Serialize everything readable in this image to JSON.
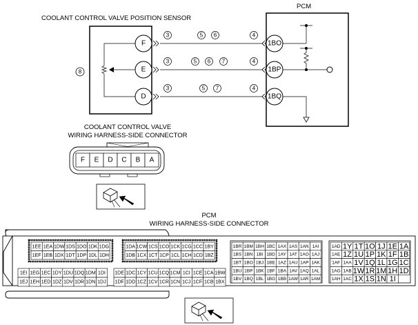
{
  "schematic": {
    "sensor_title": "COOLANT CONTROL VALVE POSITION SENSOR",
    "pcm_title": "PCM",
    "sensor_ref": "8",
    "wires": [
      {
        "sensor_pin": "F",
        "pcm_pin": "1BO",
        "left_ref": "3",
        "mid_refs": [
          "5",
          "6"
        ],
        "right_ref": "4"
      },
      {
        "sensor_pin": "E",
        "pcm_pin": "1BP",
        "left_ref": "3",
        "mid_refs": [
          "5",
          "6",
          "7"
        ],
        "right_ref": "4"
      },
      {
        "sensor_pin": "D",
        "pcm_pin": "1BQ",
        "left_ref": "3",
        "mid_refs": [
          "5",
          "7"
        ],
        "right_ref": "4"
      }
    ]
  },
  "valve_connector": {
    "title_line1": "COOLANT CONTROL VALVE",
    "title_line2": "WIRING HARNESS-SIDE CONNECTOR",
    "pins": [
      "F",
      "E",
      "D",
      "C",
      "B",
      "A"
    ]
  },
  "pcm_connector": {
    "title_line1": "PCM",
    "title_line2": "WIRING HARNESS-SIDE CONNECTOR",
    "block1_shielded": [
      [
        "1EE",
        "1EA",
        "1DW",
        "1DS",
        "1DO",
        "1DK",
        "1DG"
      ],
      [
        "1EF",
        "1EB",
        "1DX",
        "1DT",
        "1DP",
        "1DL",
        "1DH"
      ]
    ],
    "block1_lower": [
      [
        "1EI",
        "1EG",
        "1EC",
        "1DY",
        "1DU",
        "1DQ",
        "1DM",
        "1DI"
      ],
      [
        "1EJ",
        "1EH",
        "1ED",
        "1DZ",
        "1DV",
        "1DR",
        "1DN",
        "1DJ"
      ]
    ],
    "block2_shielded": [
      [
        "1DA",
        "1CW",
        "1CS",
        "1CO",
        "1CK",
        "1CG",
        "1CC",
        "1BY"
      ],
      [
        "1DB",
        "1CX",
        "1CT",
        "1CP",
        "1CL",
        "1CH",
        "1CD",
        "1BZ"
      ]
    ],
    "block2_lower": [
      [
        "1DE",
        "1DC",
        "1CY",
        "1CU",
        "1CQ",
        "1CM",
        "1CI",
        "1CE",
        "1CA",
        "1BW"
      ],
      [
        "1DF",
        "1DD",
        "1CZ",
        "1CV",
        "1CR",
        "1CN",
        "1CJ",
        "1CF",
        "1CB",
        "1BX"
      ]
    ],
    "block3": [
      [
        "1BR",
        "1BM",
        "1BH",
        "1BC",
        "1AX",
        "1AS",
        "1AN",
        "1AI"
      ],
      [
        "1BS",
        "1BN",
        "1BI",
        "1BD",
        "1AY",
        "1AT",
        "1AO",
        "1AJ"
      ],
      [
        "1BT",
        "1BO",
        "1BJ",
        "1BE",
        "1AZ",
        "1AU",
        "1AP",
        "1AK"
      ],
      [
        "1BU",
        "1BP",
        "1BK",
        "1BF",
        "1BA",
        "1AV",
        "1AQ",
        "1AL"
      ],
      [
        "1BV",
        "1BQ",
        "1BL",
        "1BG",
        "1BB",
        "1AW",
        "1AR",
        "1AM"
      ]
    ],
    "block4": [
      [
        "1AD",
        "1Y",
        "1T",
        "1O",
        "1J",
        "1E",
        "1A"
      ],
      [
        "1AE",
        "1Z",
        "1U",
        "1P",
        "1K",
        "1F",
        "1B"
      ],
      [
        "1AF",
        "1AA",
        "1V",
        "1Q",
        "1L",
        "1G",
        "1C"
      ],
      [
        "1AG",
        "1AB",
        "1W",
        "1R",
        "1M",
        "1H",
        "1D"
      ],
      [
        "1AH",
        "1AC",
        "1X",
        "1S",
        "1N",
        "1I",
        ""
      ]
    ]
  },
  "icons": {
    "view_direction": "harness-side-view-icon"
  }
}
